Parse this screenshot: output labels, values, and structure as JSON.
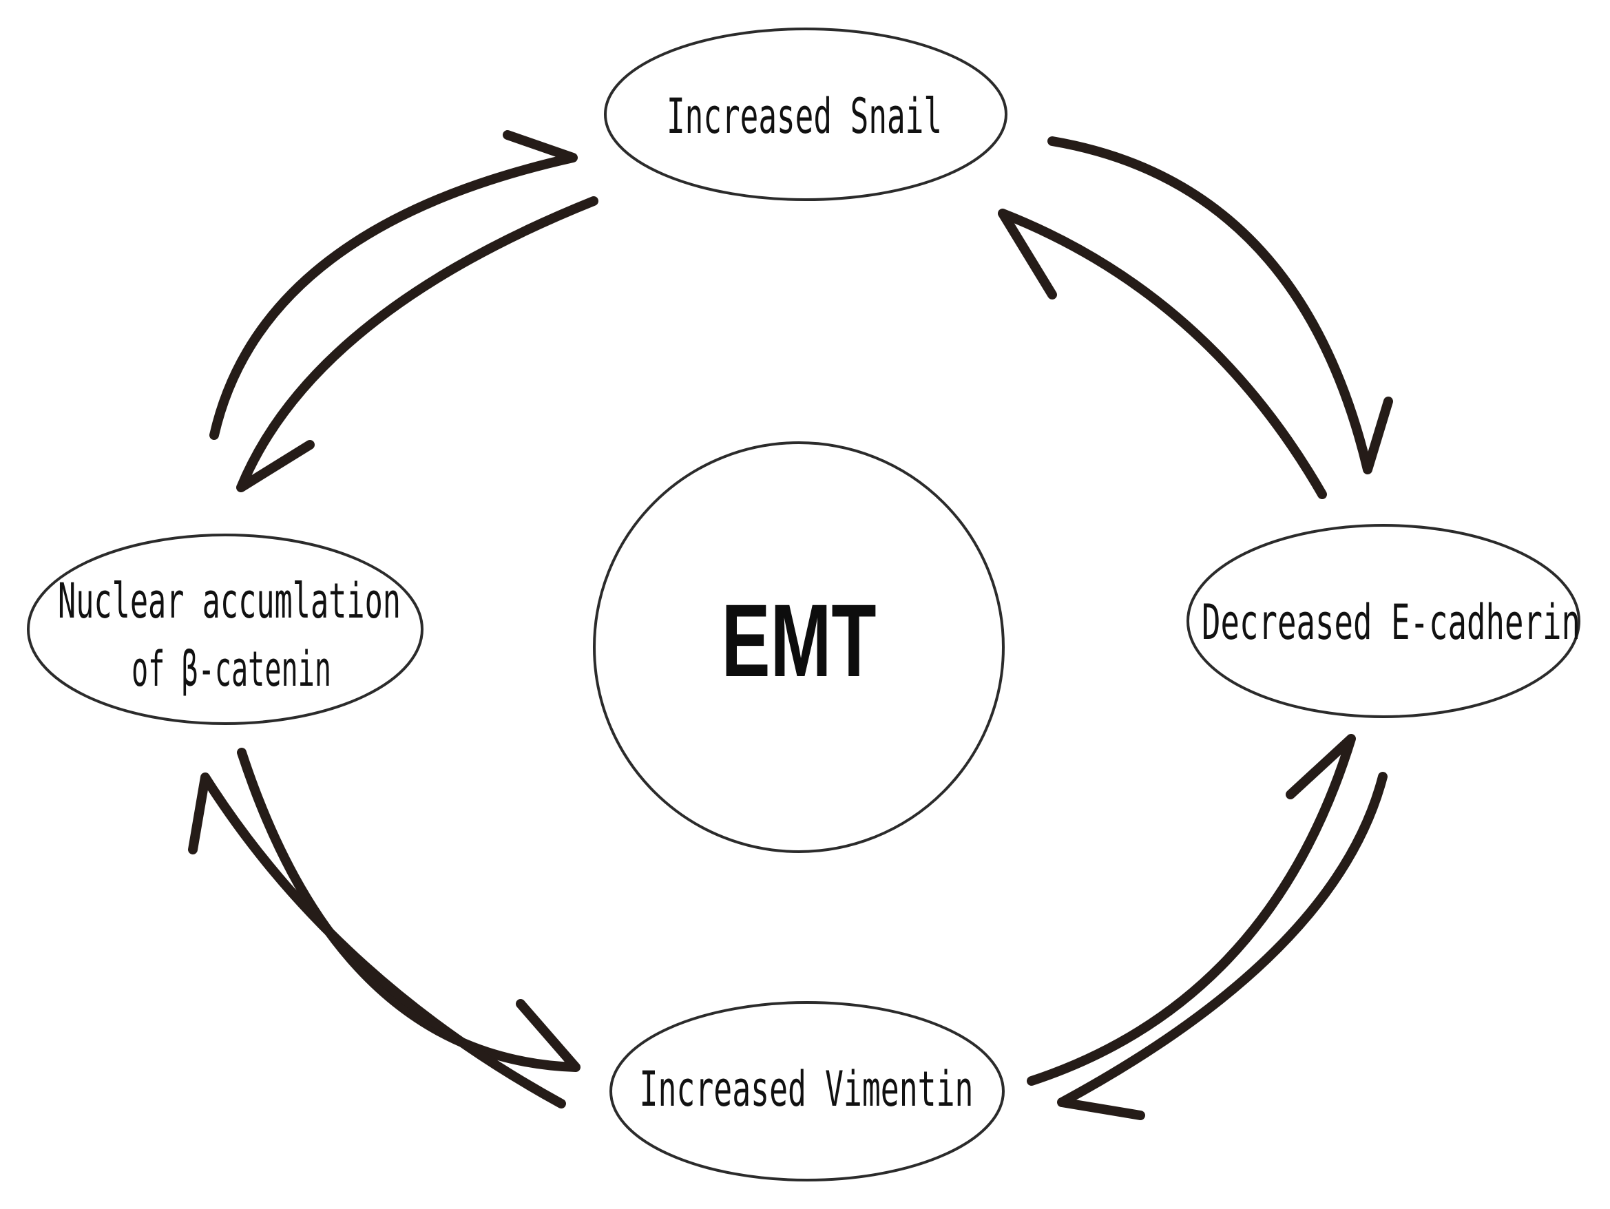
{
  "diagram": {
    "title": "EMT cycle diagram",
    "center": {
      "label": "EMT"
    },
    "nodes": {
      "top": {
        "label": "Increased Snail"
      },
      "right": {
        "label": "Decreased E-cadherin"
      },
      "bottom": {
        "label": "Increased Vimentin"
      },
      "left": {
        "line1": "Nuclear accumlation",
        "line2": "of β-catenin"
      }
    },
    "edges": [
      {
        "from": "Nuclear accumlation of β-catenin",
        "to": "Increased Snail"
      },
      {
        "from": "Increased Snail",
        "to": "Nuclear accumlation of β-catenin"
      },
      {
        "from": "Increased Snail",
        "to": "Decreased E-cadherin"
      },
      {
        "from": "Decreased E-cadherin",
        "to": "Increased Snail"
      },
      {
        "from": "Decreased E-cadherin",
        "to": "Increased Vimentin"
      },
      {
        "from": "Increased Vimentin",
        "to": "Decreased E-cadherin"
      },
      {
        "from": "Nuclear accumlation of β-catenin",
        "to": "Increased Vimentin"
      },
      {
        "from": "Increased Vimentin",
        "to": "Nuclear accumlation of β-catenin"
      }
    ],
    "colors": {
      "background": "#ffffff",
      "node_outline": "#2b2b2b",
      "arrow": "#251c18",
      "text": "#111111"
    }
  }
}
